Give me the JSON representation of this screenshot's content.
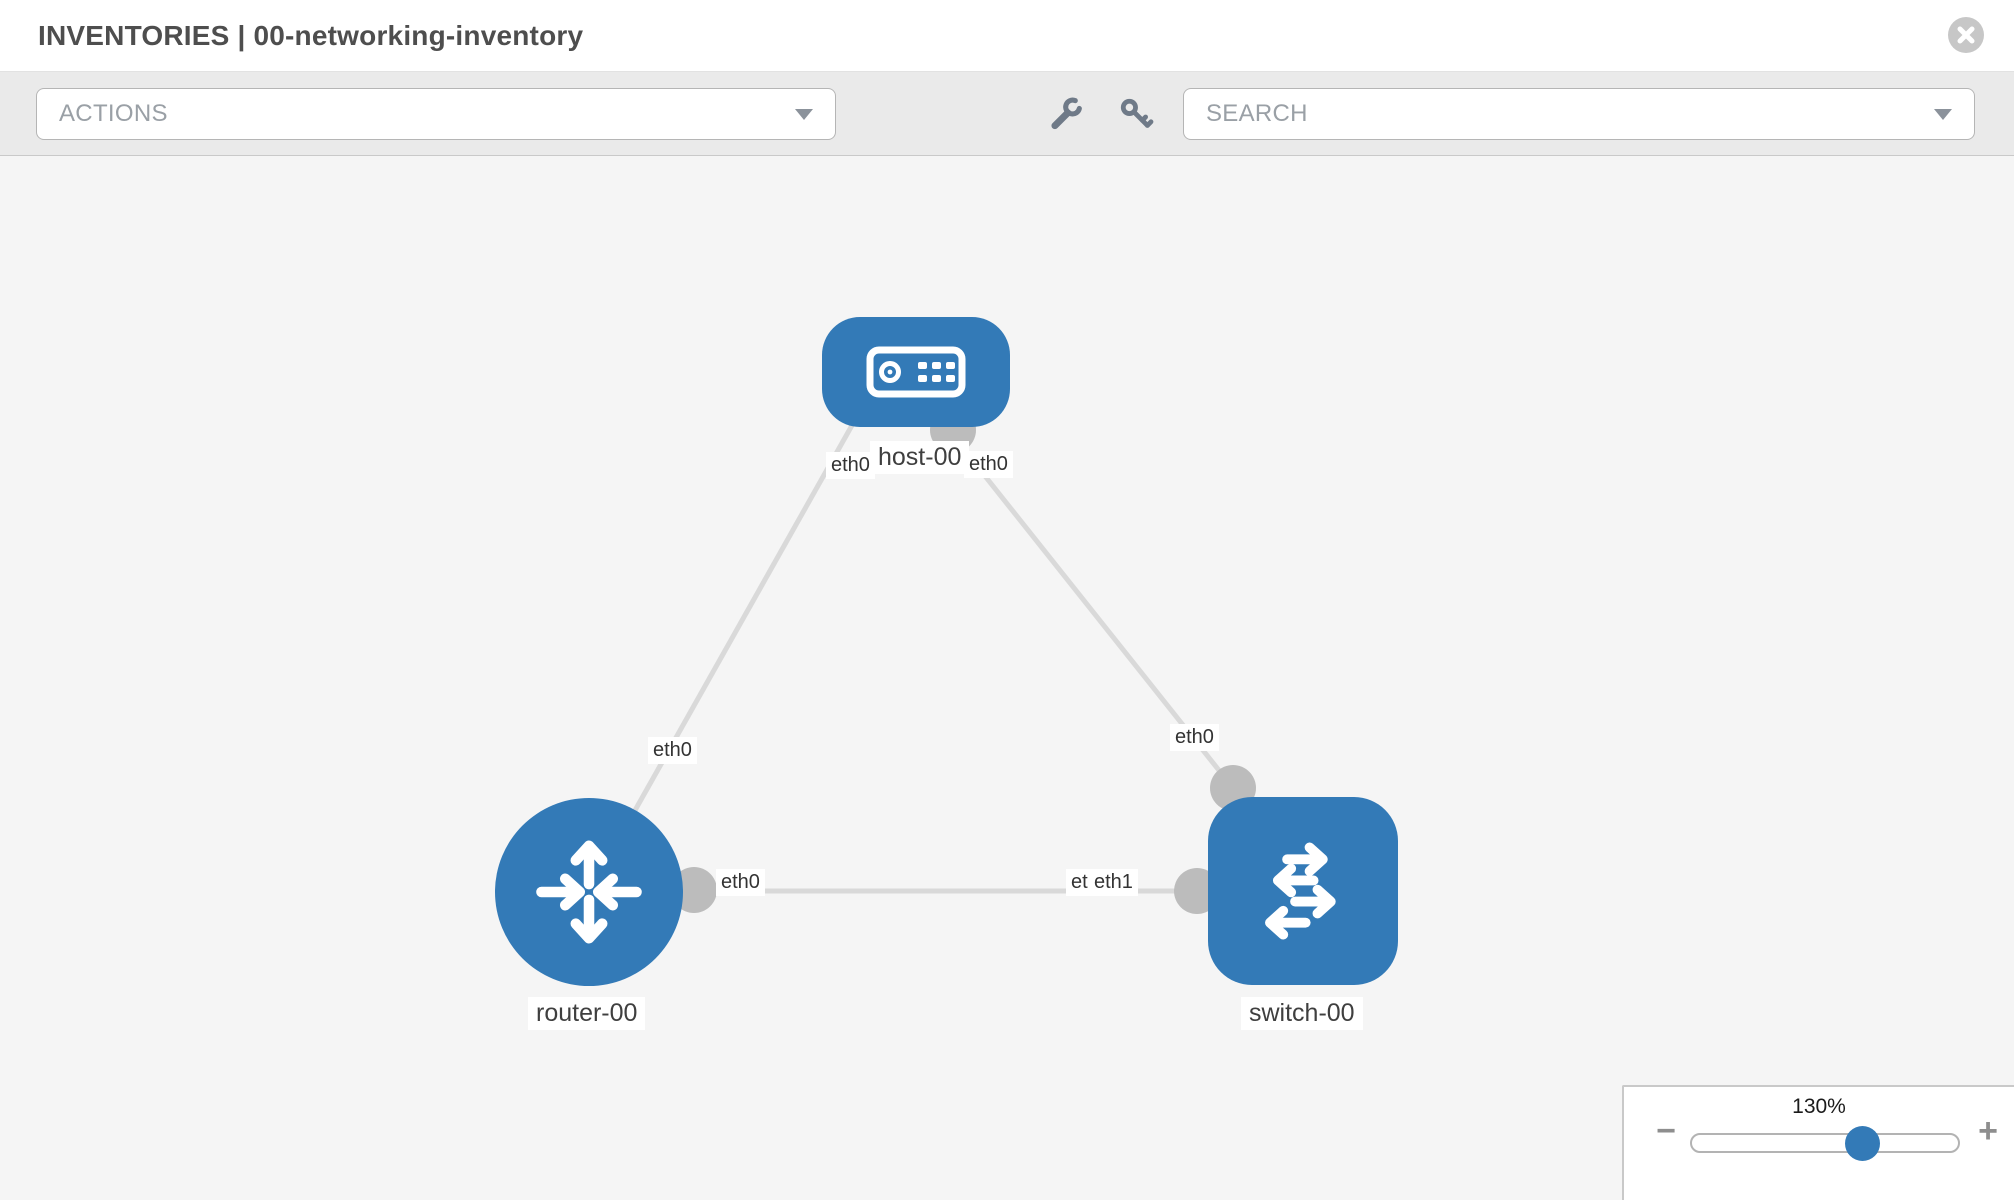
{
  "header": {
    "title": "INVENTORIES | 00-networking-inventory",
    "close_icon": "circle-x-icon"
  },
  "toolbar": {
    "actions_placeholder": "ACTIONS",
    "search_placeholder": "SEARCH",
    "icons": [
      "wrench-icon",
      "key-icon"
    ]
  },
  "topology": {
    "nodes": [
      {
        "id": "host-00",
        "label": "host-00",
        "type": "host",
        "icon": "server-icon"
      },
      {
        "id": "router-00",
        "label": "router-00",
        "type": "router",
        "icon": "router-arrows-icon"
      },
      {
        "id": "switch-00",
        "label": "switch-00",
        "type": "switch",
        "icon": "switch-arrows-icon"
      }
    ],
    "links": [
      {
        "from": "host-00",
        "from_interface": "eth0",
        "to": "router-00",
        "to_interface": "eth0"
      },
      {
        "from": "host-00",
        "from_interface": "eth0",
        "to": "switch-00",
        "to_interface": "eth0"
      },
      {
        "from": "router-00",
        "from_interface": "eth0",
        "to": "switch-00",
        "to_interface": "eth1"
      }
    ],
    "interface_labels": {
      "host_left": "eth0",
      "host_right": "eth0",
      "router_top": "eth0",
      "router_mid": "eth0",
      "switch_top": "eth0",
      "mid_under": "eth0",
      "mid_over": "eth1"
    }
  },
  "zoom_control": {
    "level": "130%",
    "minus": "−",
    "plus": "+"
  },
  "colors": {
    "node_blue": "#337ab7",
    "link_gray": "#d9d9d9",
    "interface_circle_gray": "#bcbcbc",
    "canvas_bg": "#f5f5f5",
    "toolbar_bg": "#eaeaea"
  }
}
